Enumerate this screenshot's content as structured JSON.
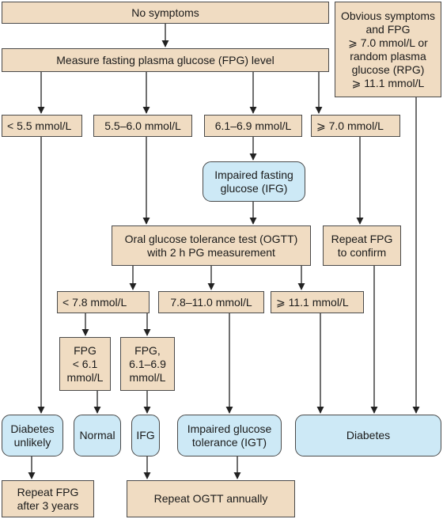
{
  "nodes": {
    "no_symptoms": "No symptoms",
    "obvious_symptoms": "Obvious symptoms\nand  FPG\n⩾ 7.0 mmol/L or\nrandom plasma\nglucose (RPG)\n⩾ 11.1  mmol/L",
    "measure_fpg": "Measure fasting plasma glucose (FPG) level",
    "fpg_lt_5_5": "< 5.5 mmol/L",
    "fpg_5_5_6_0": "5.5–6.0 mmol/L",
    "fpg_6_1_6_9": "6.1–6.9 mmol/L",
    "fpg_ge_7_0": "⩾ 7.0 mmol/L",
    "ifg_top": "Impaired fasting\nglucose (IFG)",
    "ogtt": "Oral glucose tolerance test (OGTT)\nwith 2 h PG measurement",
    "repeat_fpg_confirm": "Repeat FPG\nto confirm",
    "pg_lt_7_8": "< 7.8 mmol/L",
    "pg_7_8_11_0": "7.8–11.0 mmol/L",
    "pg_ge_11_1": "⩾ 11.1 mmol/L",
    "fpg_lt_6_1": "FPG\n< 6.1\nmmol/L",
    "fpg_6_1_6_9_b": "FPG,\n6.1–6.9\nmmol/L",
    "diabetes_unlikely": "Diabetes\nunlikely",
    "normal": "Normal",
    "ifg_bottom": "IFG",
    "igt": "Impaired glucose\ntolerance (IGT)",
    "diabetes": "Diabetes",
    "repeat_fpg_3y": "Repeat FPG\nafter 3 years",
    "repeat_ogtt": "Repeat OGTT annually"
  },
  "colors": {
    "rect_fill": "#f0dcc2",
    "round_fill": "#cde9f6",
    "border": "#4a4a4a",
    "arrow": "#222222"
  }
}
